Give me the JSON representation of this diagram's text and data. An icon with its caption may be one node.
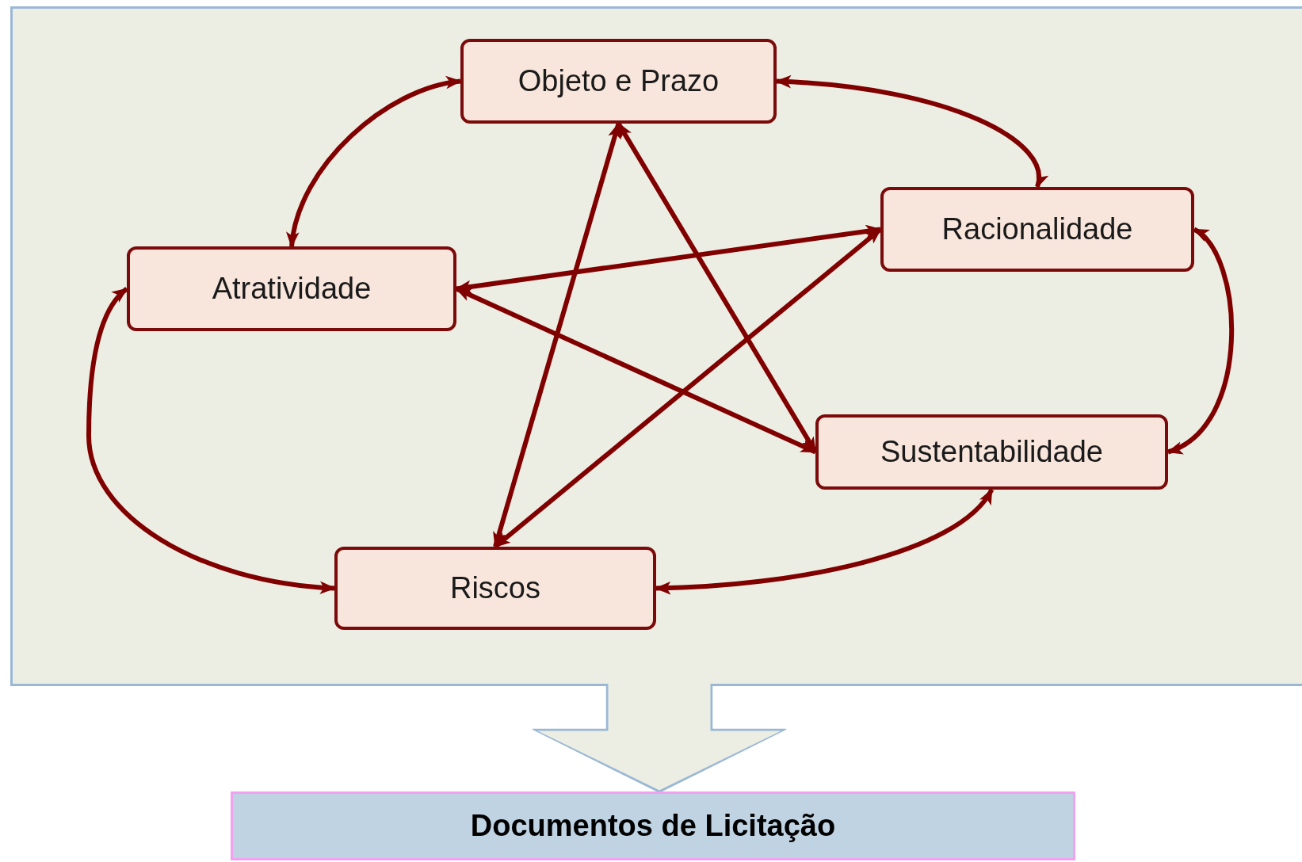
{
  "diagram": {
    "nodes": [
      {
        "text": [],
        "shape": "box"
      },
      {
        "text": [
          "Objeto e Prazo"
        ],
        "in": 0
      },
      {
        "text": [
          "Racionalidade"
        ],
        "in": 0
      },
      {
        "text": [
          "Atratividade"
        ],
        "in": 0
      },
      {
        "text": [
          "Sustentabilidade"
        ],
        "in": 0
      },
      {
        "text": [
          "Riscos"
        ],
        "in": 0
      },
      {
        "text": [
          "Documentos de Licitação"
        ]
      }
    ],
    "edges": [
      {
        "from": 1,
        "to": 3,
        "arrow": "both"
      },
      {
        "from": 1,
        "to": 2,
        "arrow": "both"
      },
      {
        "from": 2,
        "to": 4,
        "arrow": "both"
      },
      {
        "from": 4,
        "to": 5,
        "arrow": "both"
      },
      {
        "from": 5,
        "to": 3,
        "arrow": "both"
      },
      {
        "from": 1,
        "to": 5,
        "arrow": "both"
      },
      {
        "from": 1,
        "to": 4,
        "arrow": "both"
      },
      {
        "from": 3,
        "to": 2,
        "arrow": "both"
      },
      {
        "from": 3,
        "to": 4,
        "arrow": "both"
      },
      {
        "from": 2,
        "to": 5,
        "arrow": "both"
      },
      {
        "from": 0,
        "to": 6,
        "arrow": "to",
        "style": "thick",
        "color": "#ecede3"
      }
    ]
  }
}
